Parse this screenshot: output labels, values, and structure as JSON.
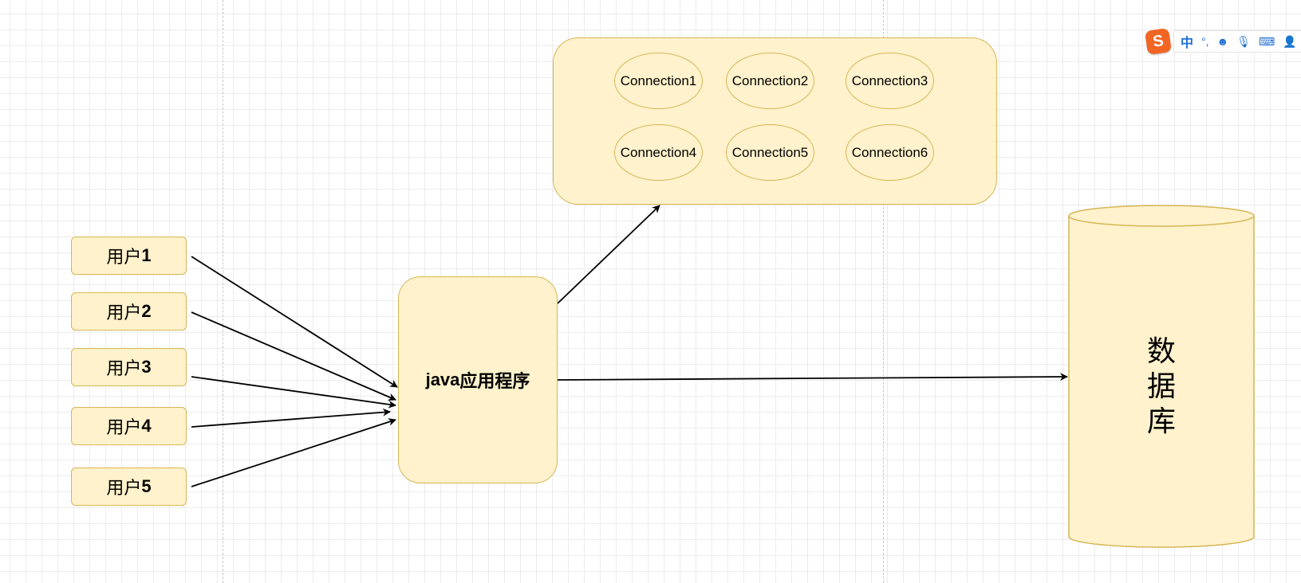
{
  "users": [
    {
      "prefix": "用户",
      "num": "1"
    },
    {
      "prefix": "用户",
      "num": "2"
    },
    {
      "prefix": "用户",
      "num": "3"
    },
    {
      "prefix": "用户",
      "num": "4"
    },
    {
      "prefix": "用户",
      "num": "5"
    }
  ],
  "app": {
    "prefix": "java",
    "suffix": "应用程序"
  },
  "pool": {
    "connections": [
      "Connection1",
      "Connection2",
      "Connection3",
      "Connection4",
      "Connection5",
      "Connection6"
    ]
  },
  "database": {
    "chars": [
      "数",
      "据",
      "库"
    ]
  },
  "colors": {
    "fill": "#fff2cc",
    "stroke": "#d6b656",
    "edge": "#000000"
  },
  "ime": {
    "logo": "S",
    "mode": "中",
    "icons": [
      "punctuation-icon",
      "emoji-icon",
      "microphone-icon",
      "keyboard-icon",
      "user-icon",
      "skin-icon"
    ]
  }
}
